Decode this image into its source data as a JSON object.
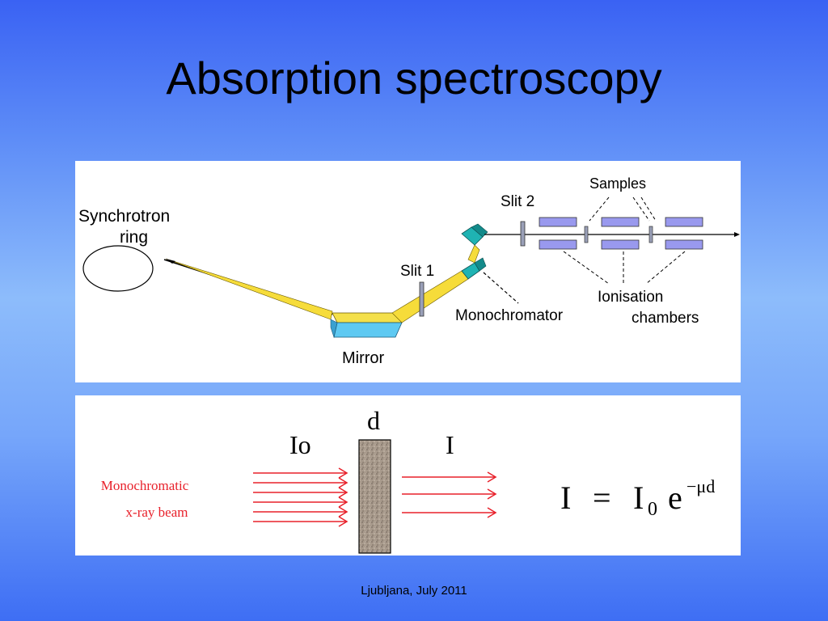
{
  "slide": {
    "title": "Absorption spectroscopy",
    "footer": "Ljubljana, July 2011"
  },
  "beamline_diagram": {
    "labels": {
      "synchrotron_line1": "Synchrotron",
      "synchrotron_line2": "ring",
      "mirror": "Mirror",
      "slit1": "Slit 1",
      "slit2": "Slit 2",
      "monochromator": "Monochromator",
      "samples": "Samples",
      "ionisation_line1": "Ionisation",
      "ionisation_line2": "chambers"
    },
    "colors": {
      "beam": "#f6dc3a",
      "mirror_top": "#f4e04a",
      "mirror_front": "#5ec9f2",
      "monochromator": "#1fb3b3",
      "chamber": "#9999ee",
      "slit": "#9aa0b8"
    }
  },
  "absorption_diagram": {
    "labels": {
      "beam_line1": "Monochromatic",
      "beam_line2": "x-ray  beam",
      "incident": "Io",
      "transmitted": "I",
      "thickness": "d"
    },
    "formula": {
      "lhs": "I",
      "equals": "=",
      "i0_base": "I",
      "i0_sub": "0",
      "exp_base": "e",
      "exp_sup": "−μd"
    },
    "colors": {
      "arrows": "#e8202a",
      "beam_text": "#e8202a",
      "sample": "#a89a8c"
    }
  }
}
